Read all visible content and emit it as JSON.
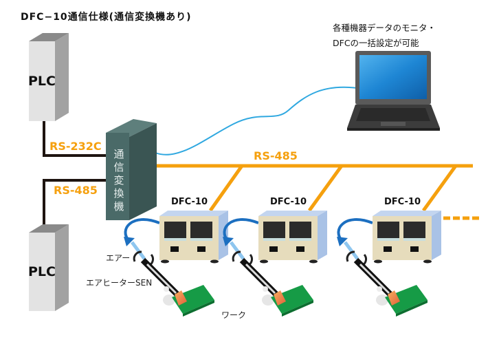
{
  "title": "DFC−10通信仕様(通信変換機あり)",
  "note_lines": [
    "各種機器データのモニタ・",
    "DFCの一括設定が可能"
  ],
  "plc_top": {
    "label": "PLC"
  },
  "plc_bottom": {
    "label": "PLC"
  },
  "converter": {
    "label_chars": [
      "通",
      "信",
      "変",
      "換",
      "機"
    ]
  },
  "links": {
    "rs232c": "RS-232C",
    "rs485_left": "RS-485",
    "rs485_bus": "RS-485"
  },
  "units": [
    {
      "label": "DFC-10"
    },
    {
      "label": "DFC-10"
    },
    {
      "label": "DFC-10"
    }
  ],
  "parts": {
    "air": "エアー",
    "heater": "エアヒーターSEN",
    "work": "ワーク"
  },
  "colors": {
    "bus_orange": "#f5a00e",
    "serial_dark": "#1e1410",
    "usb_cable_blue": "#2fa8e0",
    "converter_teal": "#4a6a68",
    "plc_gray": "#e3e3e3",
    "unit_beige": "#e6dcbc",
    "unit_blue": "#a9c2e6",
    "air_arrow_blue": "#1c6fc0",
    "work_green": "#169b46",
    "laptop_screen": "#1e86d4"
  }
}
